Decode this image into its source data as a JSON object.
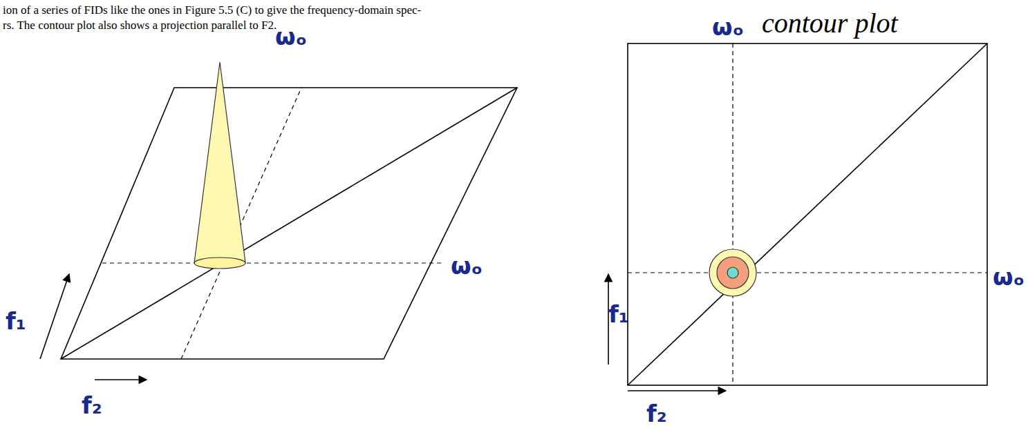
{
  "diagram": {
    "labels": [
      "ion of a series of FIDs like the ones in Figure 5.5 (C) to give the frequency-domain spec-",
      "rs. The contour plot also shows a projection parallel to F2.",
      "ωₒ",
      "ωₒ",
      "f₁",
      "f₂",
      "contour plot",
      "ωₒ",
      "ωₒ",
      "f₁",
      "f₂"
    ]
  }
}
